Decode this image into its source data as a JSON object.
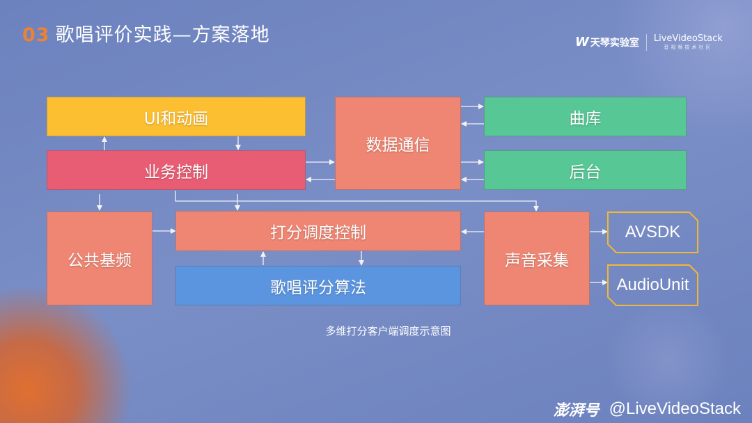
{
  "header": {
    "section_number": "03",
    "title": "歌唱评价实践—方案落地"
  },
  "logos": {
    "tme_name": "天琴实验室",
    "tme_mark": "W",
    "lvs_name": "LiveVideoStack",
    "lvs_sub": "音视频技术社区"
  },
  "diagram": {
    "nodes": {
      "ui": {
        "label": "UI和动画",
        "color": "#fcbf32"
      },
      "business": {
        "label": "业务控制",
        "color": "#e85d74"
      },
      "datacomm": {
        "label": "数据通信",
        "color": "#ef8673"
      },
      "library": {
        "label": "曲库",
        "color": "#57c795"
      },
      "backend": {
        "label": "后台",
        "color": "#57c795"
      },
      "pitch": {
        "label": "公共基频",
        "color": "#ef8673"
      },
      "scheduler": {
        "label": "打分调度控制",
        "color": "#ef8673"
      },
      "algorithm": {
        "label": "歌唱评分算法",
        "color": "#5b95e0"
      },
      "capture": {
        "label": "声音采集",
        "color": "#ef8673"
      },
      "avsdk": {
        "label": "AVSDK",
        "color": "#f5b731"
      },
      "audiounit": {
        "label": "AudioUnit",
        "color": "#f5b731"
      }
    },
    "edges": [
      {
        "from": "business",
        "to": "ui"
      },
      {
        "from": "ui",
        "to": "business"
      },
      {
        "from": "business",
        "to": "datacomm"
      },
      {
        "from": "datacomm",
        "to": "business"
      },
      {
        "from": "datacomm",
        "to": "library"
      },
      {
        "from": "library",
        "to": "datacomm"
      },
      {
        "from": "datacomm",
        "to": "backend"
      },
      {
        "from": "backend",
        "to": "datacomm"
      },
      {
        "from": "business",
        "to": "pitch"
      },
      {
        "from": "business",
        "to": "scheduler"
      },
      {
        "from": "business",
        "to": "capture"
      },
      {
        "from": "pitch",
        "to": "scheduler"
      },
      {
        "from": "capture",
        "to": "scheduler"
      },
      {
        "from": "scheduler",
        "to": "algorithm"
      },
      {
        "from": "algorithm",
        "to": "scheduler"
      },
      {
        "from": "capture",
        "to": "avsdk"
      },
      {
        "from": "capture",
        "to": "audiounit"
      }
    ],
    "caption": "多维打分客户端调度示意图"
  },
  "footer": {
    "brand": "澎湃号",
    "handle": "@LiveVideoStack"
  }
}
